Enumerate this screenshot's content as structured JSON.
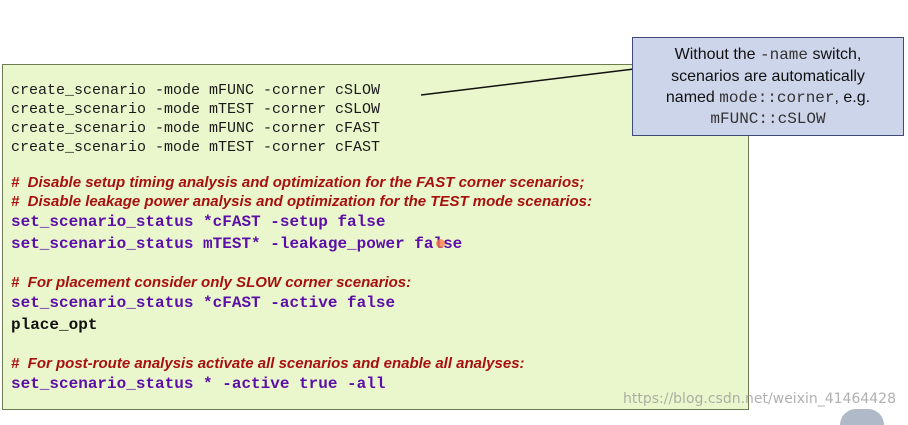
{
  "code_lines": [
    {
      "text": "create_scenario -mode mFUNC -corner cSLOW"
    },
    {
      "text": "create_scenario -mode mTEST -corner cSLOW"
    },
    {
      "text": "create_scenario -mode mFUNC -corner cFAST"
    },
    {
      "text": "create_scenario -mode mTEST -corner cFAST"
    },
    {
      "text": "#  Disable setup timing analysis and optimization for the FAST corner scenarios;"
    },
    {
      "text": "#  Disable leakage power analysis and optimization for the TEST mode scenarios:"
    },
    {
      "text": "set_scenario_status *cFAST -setup false"
    },
    {
      "text": "set_scenario_status mTEST* -leakage_power false"
    },
    {
      "text": "#  For placement consider only SLOW corner scenarios:"
    },
    {
      "text": "set_scenario_status *cFAST -active false"
    },
    {
      "text": "place_opt"
    },
    {
      "text": "#  For post-route analysis activate all scenarios and enable all analyses:"
    },
    {
      "text": "set_scenario_status * -active true -all"
    }
  ],
  "callout": {
    "part1": "Without the ",
    "switch": "-name",
    "part2": " switch,",
    "line2": "scenarios are automatically",
    "line3_prefix": "named ",
    "format": "mode::corner",
    "line3_suffix": ", e.g.",
    "example": "mFUNC::cSLOW"
  },
  "watermark": "https://blog.csdn.net/weixin_41464428"
}
